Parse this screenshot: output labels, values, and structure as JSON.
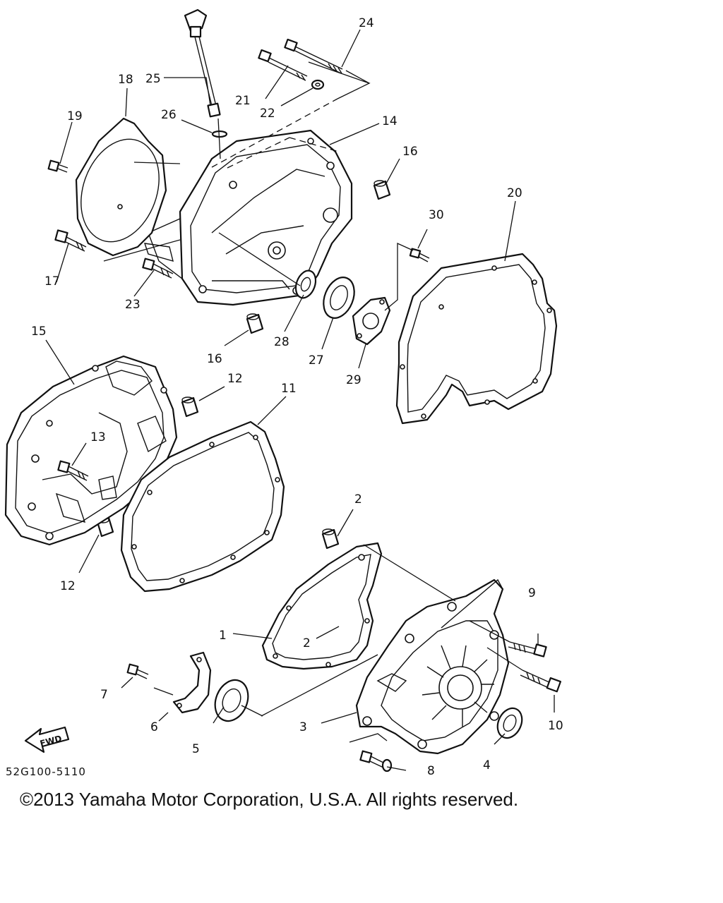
{
  "labels": [
    "1",
    "2",
    "2",
    "3",
    "4",
    "5",
    "6",
    "7",
    "8",
    "9",
    "10",
    "11",
    "12",
    "12",
    "13",
    "14",
    "15",
    "16",
    "16",
    "17",
    "18",
    "19",
    "20",
    "21",
    "22",
    "23",
    "24",
    "25",
    "26",
    "27",
    "28",
    "29",
    "30"
  ],
  "fwd_label": "FWD",
  "drawing_code": "52G100-5110",
  "copyright": "©2013 Yamaha Motor Corporation, U.S.A. All rights reserved."
}
